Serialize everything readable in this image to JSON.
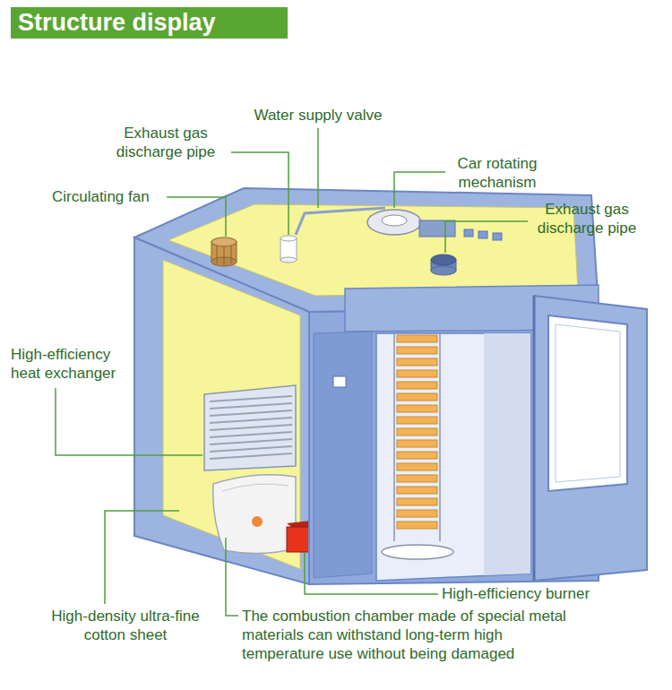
{
  "diagram": {
    "title": "Structure display",
    "labels": [
      "Exhaust gas discharge pipe",
      "Water supply valve",
      "Car rotating mechanism",
      "Circulating fan",
      "Exhaust gas discharge pipe",
      "High-efficiency heat exchanger",
      "High-density ultra-fine cotton sheet",
      "High-efficiency burner",
      "The combustion chamber made of special metal materials can withstand long-term high temperature use without being damaged"
    ]
  }
}
